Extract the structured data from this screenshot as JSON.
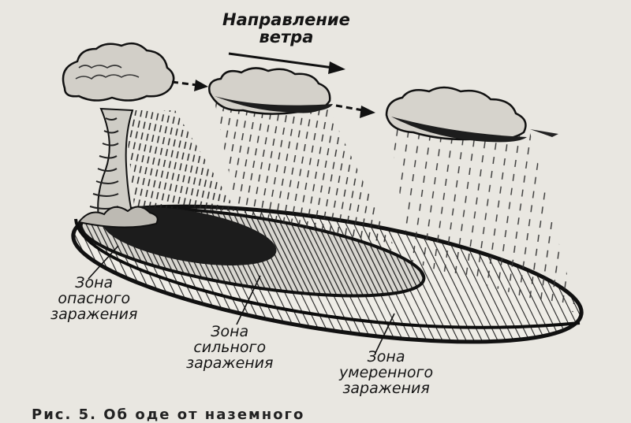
{
  "wind": {
    "line1": "Направление",
    "line2": "ветра"
  },
  "zones": {
    "danger": {
      "line1": "Зона",
      "line2": "опасного",
      "line3": "заражения"
    },
    "strong": {
      "line1": "Зона",
      "line2": "сильного",
      "line3": "заражения"
    },
    "moderate": {
      "line1": "Зона",
      "line2": "умеренного",
      "line3": "заражения"
    }
  },
  "caption": "Рис. 5. Об                                    оде от наземного",
  "colors": {
    "paper": "#e9e7e1",
    "ink": "#151515",
    "danger_zone": "#1c1c1c",
    "hatch": "#2a2a2a"
  }
}
